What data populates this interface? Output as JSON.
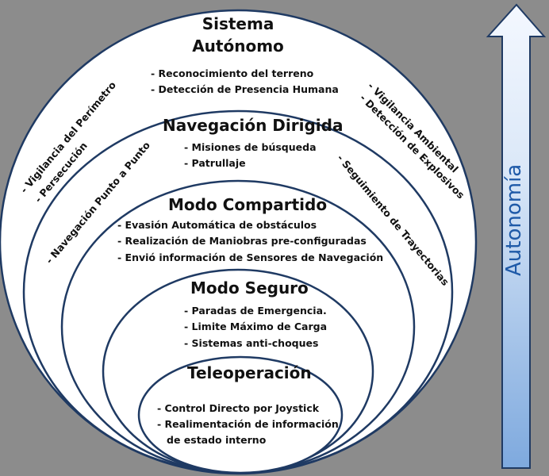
{
  "levels": {
    "autonomo": {
      "title_line1": "Sistema",
      "title_line2": "Autónomo",
      "items": [
        "- Reconocimiento del terreno",
        "- Detección de Presencia Humana"
      ],
      "left_items": [
        "- Vigilancia del Perímetro",
        "- Persecución"
      ],
      "right_items": [
        "- Vigilancia Ambiental",
        "- Detección de Explosivos"
      ]
    },
    "navegacion": {
      "title": "Navegación Dirigida",
      "items": [
        "- Misiones de búsqueda",
        "- Patrullaje"
      ],
      "left_item": "- Navegación Punto a Punto",
      "right_item": "- Seguimiento de Trayectorias"
    },
    "compartido": {
      "title": "Modo Compartido",
      "items": [
        "- Evasión Automática de obstáculos",
        "- Realización de Maniobras pre-configuradas",
        "- Envió información de Sensores de Navegación"
      ]
    },
    "seguro": {
      "title": "Modo Seguro",
      "items": [
        "- Paradas de Emergencia.",
        "- Limite Máximo de Carga",
        "- Sistemas anti-choques"
      ]
    },
    "teleoperacion": {
      "title": "Teleoperación",
      "items": [
        "- Control Directo por Joystick",
        "- Realimentación de información",
        "de estado interno"
      ]
    }
  },
  "arrow": {
    "label": "Autonomía"
  },
  "colors": {
    "background": "#8c8c8c",
    "ellipse_fill": "#ffffff",
    "ellipse_stroke": "#1f3a63",
    "arrow_fill_top": "#ffffff",
    "arrow_fill_bottom": "#3f7fd0",
    "arrow_label": "#1f5aa8"
  }
}
